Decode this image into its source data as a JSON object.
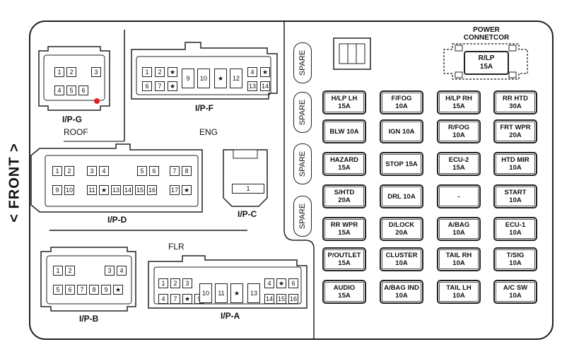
{
  "front_label": "< FRONT >",
  "area_labels": {
    "roof": "ROOF",
    "eng": "ENG",
    "flr": "FLR"
  },
  "power_connector": {
    "line1": "POWER",
    "line2": "CONNETCOR",
    "fuse_name": "R/LP",
    "fuse_rating": "15A"
  },
  "spares": [
    "SPARE",
    "SPARE",
    "SPARE",
    "SPARE"
  ],
  "fuses": [
    {
      "name": "H/LP LH",
      "rating": "15A"
    },
    {
      "name": "F/FOG",
      "rating": "10A"
    },
    {
      "name": "H/LP RH",
      "rating": "15A"
    },
    {
      "name": "RR HTD",
      "rating": "30A"
    },
    {
      "name": "BLW 10A",
      "rating": ""
    },
    {
      "name": "IGN 10A",
      "rating": ""
    },
    {
      "name": "R/FOG",
      "rating": "10A"
    },
    {
      "name": "FRT WPR",
      "rating": "20A"
    },
    {
      "name": "HAZARD",
      "rating": "15A"
    },
    {
      "name": "STOP 15A",
      "rating": ""
    },
    {
      "name": "ECU-2",
      "rating": "15A"
    },
    {
      "name": "HTD MIR",
      "rating": "10A"
    },
    {
      "name": "S/HTD",
      "rating": "20A"
    },
    {
      "name": "DRL 10A",
      "rating": ""
    },
    {
      "name": "-",
      "rating": ""
    },
    {
      "name": "START",
      "rating": "10A"
    },
    {
      "name": "RR WPR",
      "rating": "15A"
    },
    {
      "name": "D/LOCK",
      "rating": "20A"
    },
    {
      "name": "A/BAG",
      "rating": "10A"
    },
    {
      "name": "ECU-1",
      "rating": "10A"
    },
    {
      "name": "P/OUTLET",
      "rating": "15A"
    },
    {
      "name": "CLUSTER",
      "rating": "10A"
    },
    {
      "name": "TAIL RH",
      "rating": "10A"
    },
    {
      "name": "T/SIG",
      "rating": "10A"
    },
    {
      "name": "AUDIO",
      "rating": "15A"
    },
    {
      "name": "A/BAG IND",
      "rating": "10A"
    },
    {
      "name": "TAIL LH",
      "rating": "10A"
    },
    {
      "name": "A/C SW",
      "rating": "10A"
    }
  ],
  "connectors": {
    "ip_g": {
      "label": "I/P-G",
      "pins": [
        "1",
        "2",
        "3",
        "4",
        "5",
        "6"
      ]
    },
    "ip_f": {
      "label": "I/P-F",
      "pins": [
        "1",
        "2",
        "★",
        "9",
        "10",
        "★",
        "12",
        "4",
        "★",
        "6",
        "7",
        "★",
        "13",
        "14"
      ]
    },
    "ip_d": {
      "label": "I/P-D",
      "pins": [
        "1",
        "2",
        "3",
        "4",
        "5",
        "6",
        "7",
        "8",
        "9",
        "10",
        "11",
        "★",
        "13",
        "14",
        "15",
        "16",
        "17",
        "★"
      ]
    },
    "ip_c": {
      "label": "I/P-C",
      "pins": [
        "1"
      ]
    },
    "ip_b": {
      "label": "I/P-B",
      "pins": [
        "1",
        "2",
        "3",
        "4",
        "5",
        "6",
        "7",
        "8",
        "9",
        "★"
      ]
    },
    "ip_a": {
      "label": "I/P-A",
      "pins": [
        "1",
        "2",
        "3",
        "4",
        "7",
        "★",
        "9",
        "10",
        "11",
        "★",
        "13",
        "4",
        "★",
        "6",
        "14",
        "15",
        "16"
      ]
    }
  },
  "marker_color": "#e02020"
}
